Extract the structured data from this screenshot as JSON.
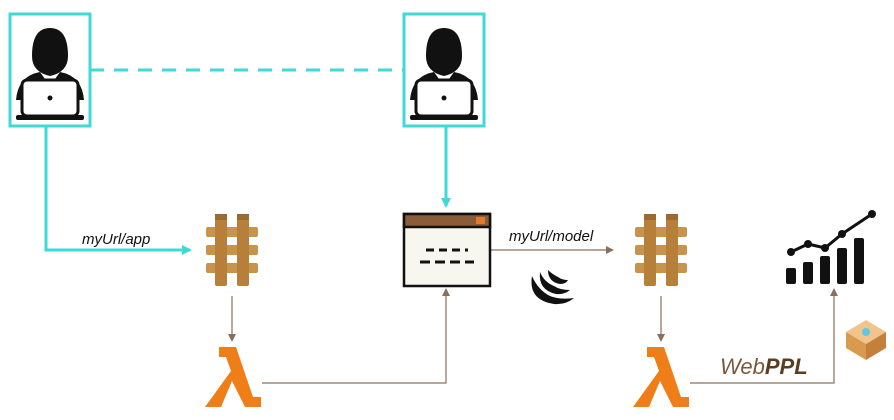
{
  "labels": {
    "app_route": "myUrl/app",
    "model_route": "myUrl/model"
  },
  "webppl": {
    "part1": "Web",
    "part2": "PPL"
  },
  "colors": {
    "accent": "#3fdad6",
    "gateway": "#c8944c",
    "lambda": "#f07e18",
    "connector": "#8a6f5b",
    "webppl_text": "#7a5a3c"
  },
  "icons": [
    "user-laptop-icon",
    "user-laptop-icon",
    "api-gateway-icon",
    "api-gateway-icon",
    "lambda-icon",
    "lambda-icon",
    "browser-window-icon",
    "jquery-icon",
    "growth-chart-icon",
    "box-icon"
  ]
}
